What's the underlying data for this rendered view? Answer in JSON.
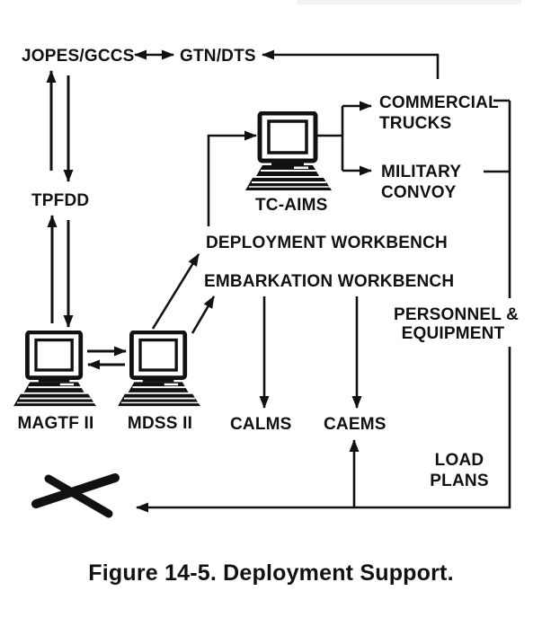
{
  "figure": {
    "caption": "Figure 14-5. Deployment Support."
  },
  "labels": {
    "jopes_gccs": "JOPES/GCCS",
    "gtn_dts": "GTN/DTS",
    "tpfdd": "TPFDD",
    "commercial_trucks": [
      "COMMERCIAL",
      "TRUCKS"
    ],
    "military_convoy": [
      "MILITARY",
      "CONVOY"
    ],
    "tc_aims": "TC-AIMS",
    "deployment_workbench": "DEPLOYMENT WORKBENCH",
    "embarkation_workbench": "EMBARKATION WORKBENCH",
    "magtf_ii": "MAGTF II",
    "mdss_ii": "MDSS II",
    "calms": "CALMS",
    "caems": "CAEMS",
    "personnel_equipment": [
      "PERSONNEL &",
      "EQUIPMENT"
    ],
    "load_plans": [
      "LOAD",
      "PLANS"
    ]
  },
  "icons": {
    "tc_aims": "desktop-computer-icon",
    "magtf_ii": "desktop-computer-icon",
    "mdss_ii": "desktop-computer-icon",
    "bottom_left": "aircraft-icon"
  },
  "colors": {
    "ink": "#111111",
    "paper": "#ffffff"
  },
  "edges": [
    {
      "from": "JOPES/GCCS",
      "to": "GTN/DTS",
      "type": "two-way"
    },
    {
      "from": "JOPES/GCCS",
      "to": "TPFDD",
      "type": "two-way"
    },
    {
      "from": "TPFDD",
      "to": "MAGTF II",
      "type": "two-way"
    },
    {
      "from": "MAGTF II",
      "to": "MDSS II",
      "type": "two-way"
    },
    {
      "from": "MDSS II",
      "to": "DEPLOYMENT WORKBENCH",
      "type": "one-way"
    },
    {
      "from": "MDSS II",
      "to": "EMBARKATION WORKBENCH",
      "type": "one-way"
    },
    {
      "from": "DEPLOYMENT WORKBENCH",
      "to": "TC-AIMS",
      "type": "one-way"
    },
    {
      "from": "TC-AIMS",
      "to": "COMMERCIAL TRUCKS",
      "type": "one-way"
    },
    {
      "from": "TC-AIMS",
      "to": "MILITARY CONVOY",
      "type": "one-way"
    },
    {
      "from": "COMMERCIAL TRUCKS",
      "to": "GTN/DTS",
      "type": "one-way"
    },
    {
      "from": "EMBARKATION WORKBENCH",
      "to": "CALMS",
      "type": "one-way"
    },
    {
      "from": "EMBARKATION WORKBENCH",
      "to": "CAEMS",
      "type": "one-way"
    },
    {
      "from": "COMMERCIAL TRUCKS",
      "to": "aircraft",
      "label": "PERSONNEL & EQUIPMENT",
      "type": "one-way"
    },
    {
      "from": "MILITARY CONVOY",
      "to": "aircraft",
      "label": "PERSONNEL & EQUIPMENT",
      "type": "one-way"
    },
    {
      "from": "personnel-equipment-flow",
      "to": "CAEMS",
      "label": "LOAD PLANS",
      "type": "one-way"
    }
  ]
}
